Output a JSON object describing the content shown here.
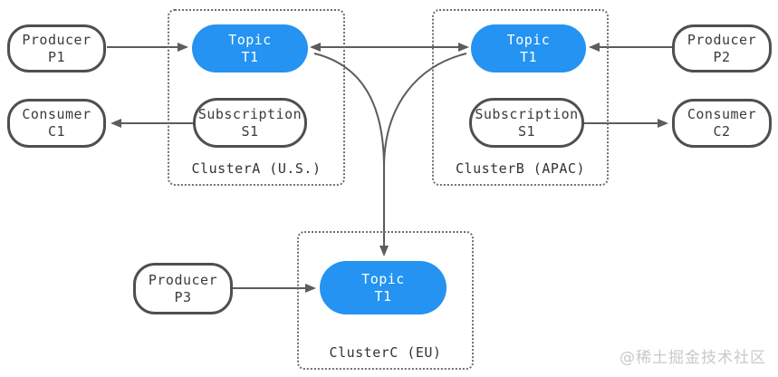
{
  "nodes": {
    "producer_p1": {
      "line1": "Producer",
      "line2": "P1"
    },
    "consumer_c1": {
      "line1": "Consumer",
      "line2": "C1"
    },
    "topic_a": {
      "line1": "Topic",
      "line2": "T1"
    },
    "subscription_a": {
      "line1": "Subscription",
      "line2": "S1"
    },
    "topic_b": {
      "line1": "Topic",
      "line2": "T1"
    },
    "subscription_b": {
      "line1": "Subscription",
      "line2": "S1"
    },
    "producer_p2": {
      "line1": "Producer",
      "line2": "P2"
    },
    "consumer_c2": {
      "line1": "Consumer",
      "line2": "C2"
    },
    "topic_c": {
      "line1": "Topic",
      "line2": "T1"
    },
    "producer_p3": {
      "line1": "Producer",
      "line2": "P3"
    }
  },
  "clusters": {
    "cluster_a": {
      "label": "ClusterA (U.S.)"
    },
    "cluster_b": {
      "label": "ClusterB (APAC)"
    },
    "cluster_c": {
      "label": "ClusterC (EU)"
    }
  },
  "watermark": "@稀土掘金技术社区",
  "colors": {
    "topic_fill": "#2493f1",
    "node_border": "#4f4f4f",
    "node_text": "#3b3b3b",
    "arrow": "#5c5c5c",
    "cluster_border": "#6e6e6e",
    "watermark_text": "#c9c9c9",
    "background": "#ffffff"
  }
}
